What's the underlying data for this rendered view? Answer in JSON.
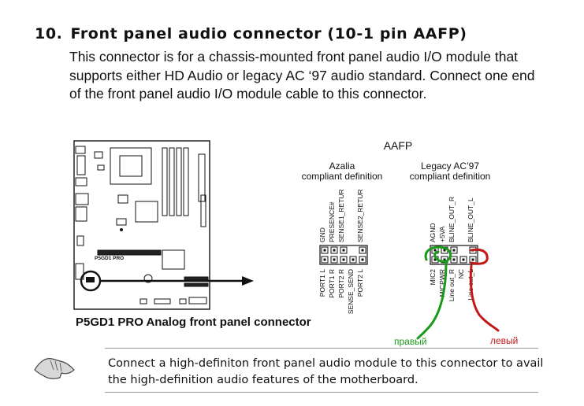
{
  "section": {
    "number": "10.",
    "title": "Front panel audio connector (10-1 pin AAFP)",
    "description": "This connector is for a chassis-mounted front panel audio I/O module that supports either HD Audio or legacy AC ‘97 audio standard. Connect one end of the front panel audio I/O module cable to this connector."
  },
  "board": {
    "label": "P5GD1 PRO",
    "caption": "P5GD1 PRO Analog front panel connector"
  },
  "connector": {
    "name": "AAFP",
    "azalia_heading": [
      "Azalia",
      "compliant definition"
    ],
    "ac97_heading": [
      "Legacy AC’97",
      "compliant definition"
    ],
    "azalia_top": [
      "GND",
      "PRESENCE#",
      "SENSE1_RETUR",
      "SENSE2_RETUR"
    ],
    "azalia_bottom": [
      "PORT1 L",
      "PORT1 R",
      "PORT2 R",
      "SENSE_SEND",
      "PORT2 L"
    ],
    "ac97_top": [
      "AGND",
      "+5VA",
      "BLINE_OUT_R",
      "BLINE_OUT_L"
    ],
    "ac97_bottom": [
      "MIC2",
      "MICPWR",
      "Line out_R",
      "NC",
      "Line out_L"
    ]
  },
  "annotations": {
    "right_label": "правый",
    "left_label": "левый",
    "right_color": "#1a9a1a",
    "left_color": "#c41818"
  },
  "note": {
    "icon": "hand-pointing-icon",
    "text": "Connect a high-definiton front panel audio module to this connector to avail the high-definition audio features of the motherboard."
  }
}
